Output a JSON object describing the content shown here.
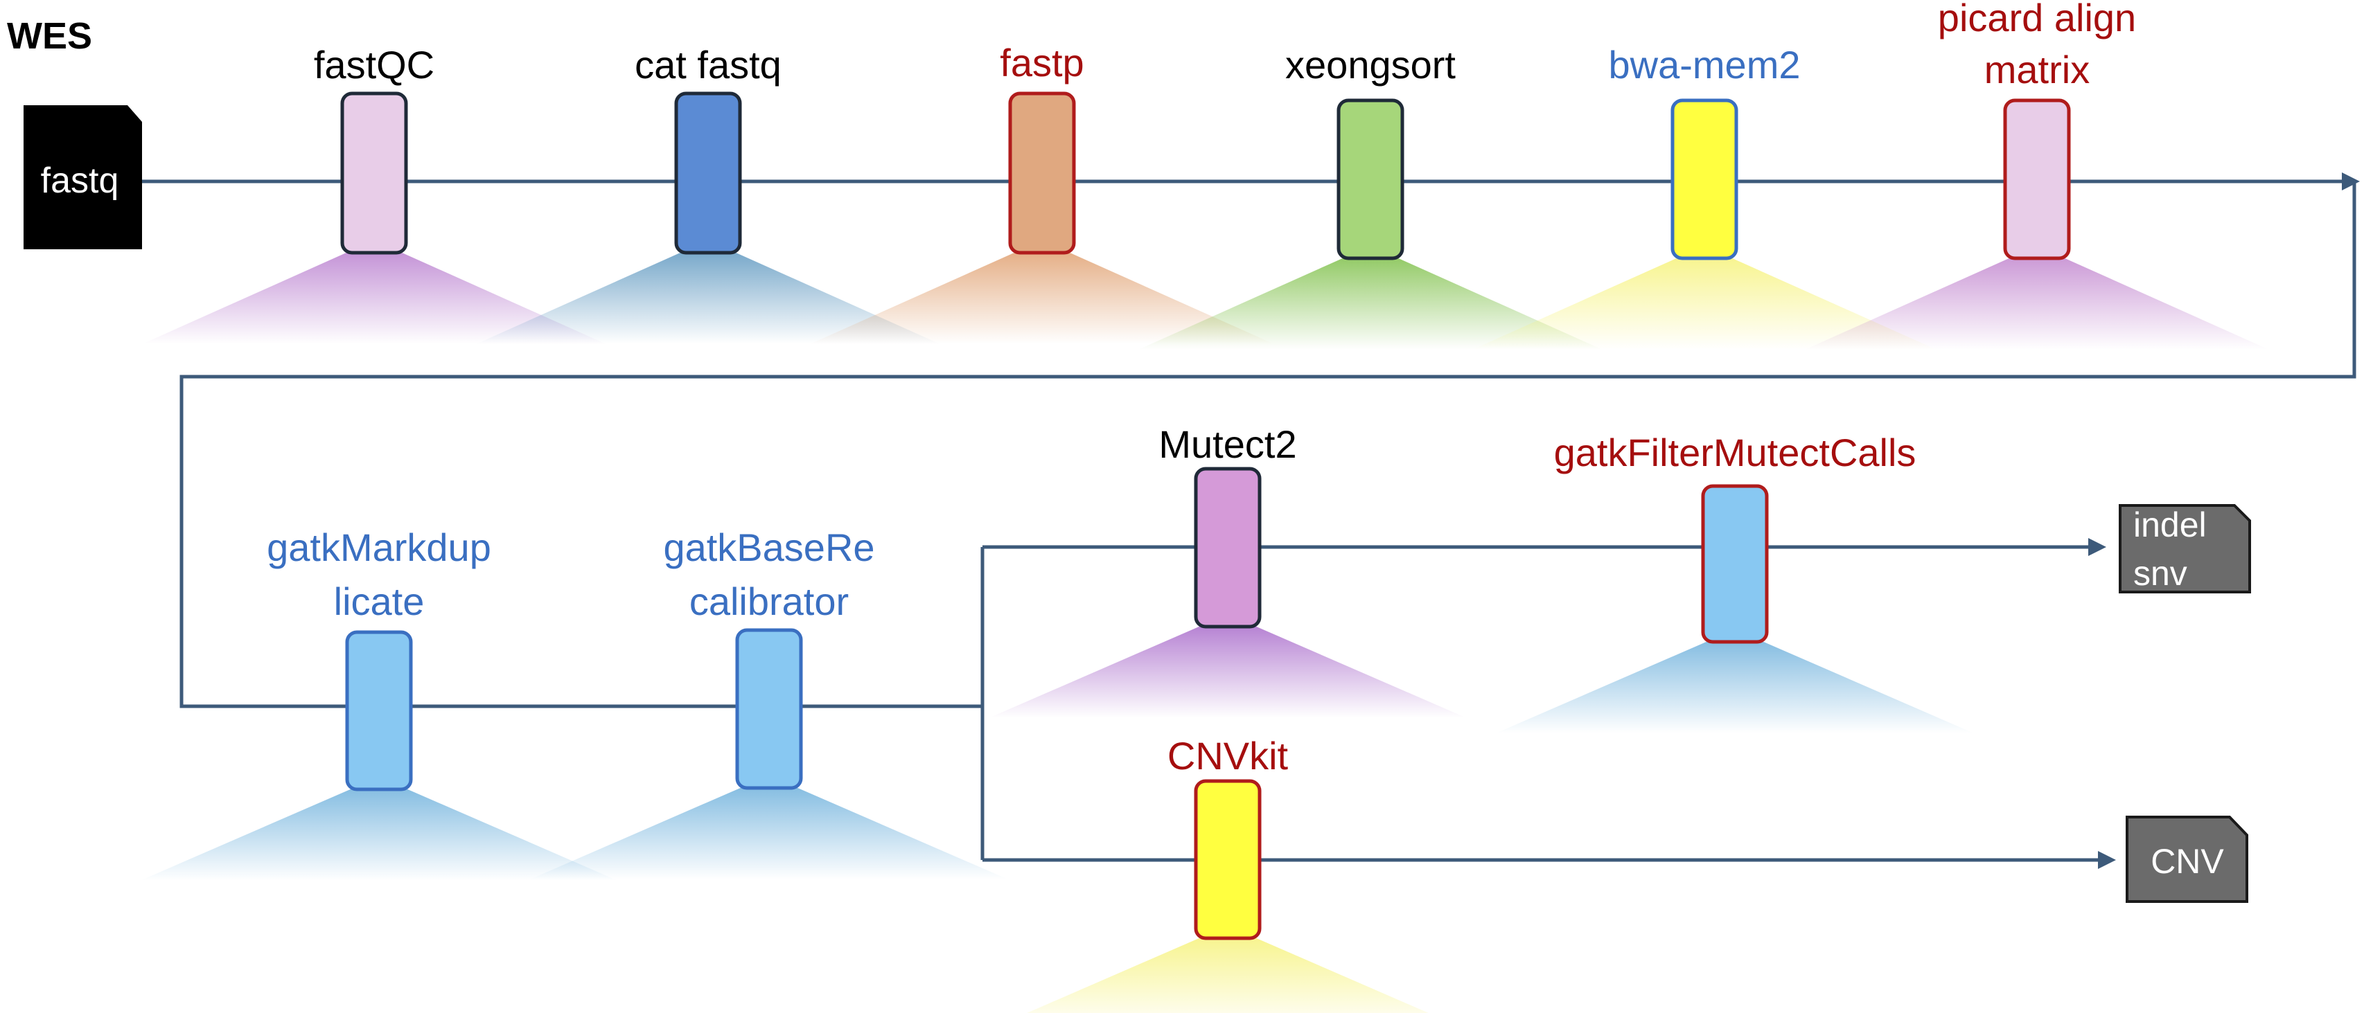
{
  "title": "WES",
  "input": {
    "label": "fastq"
  },
  "outputs": {
    "variants": {
      "line1": "indel",
      "line2": "snv"
    },
    "cnv": {
      "label": "CNV"
    }
  },
  "tools": [
    {
      "id": "fastqc",
      "lines": [
        "fastQC"
      ],
      "label_color": "#000000",
      "fill": "#e8cde8",
      "border": "#1f2a38",
      "glow": "#b97fcf"
    },
    {
      "id": "catfastq",
      "lines": [
        "cat fastq"
      ],
      "label_color": "#000000",
      "fill": "#5b8bd4",
      "border": "#1f2a38",
      "glow": "#5f98c0"
    },
    {
      "id": "fastp",
      "lines": [
        "fastp"
      ],
      "label_color": "#a50e0e",
      "fill": "#e0a880",
      "border": "#b01c1c",
      "glow": "#e0a070"
    },
    {
      "id": "xeongsort",
      "lines": [
        "xeongsort"
      ],
      "label_color": "#000000",
      "fill": "#a6d67a",
      "border": "#1f2a38",
      "glow": "#7fc04a"
    },
    {
      "id": "bwamem2",
      "lines": [
        "bwa-mem2"
      ],
      "label_color": "#3a6fc1",
      "fill": "#ffff40",
      "border": "#3a6fc1",
      "glow": "#f6f27a"
    },
    {
      "id": "picard",
      "lines": [
        "picard align",
        "matrix"
      ],
      "label_color": "#a50e0e",
      "fill": "#e8cde8",
      "border": "#b01c1c",
      "glow": "#c287cf"
    },
    {
      "id": "markdup",
      "lines": [
        "gatkMarkdup",
        "licate"
      ],
      "label_color": "#3a6fc1",
      "fill": "#88c8f2",
      "border": "#3a6fc1",
      "glow": "#6fb1dc"
    },
    {
      "id": "bqsr",
      "lines": [
        "gatkBaseRe",
        "calibrator"
      ],
      "label_color": "#3a6fc1",
      "fill": "#88c8f2",
      "border": "#3a6fc1",
      "glow": "#6fb1dc"
    },
    {
      "id": "mutect2",
      "lines": [
        "Mutect2"
      ],
      "label_color": "#000000",
      "fill": "#d59ad8",
      "border": "#1f2a38",
      "glow": "#a96ccb"
    },
    {
      "id": "filtermutect",
      "lines": [
        "gatkFilterMutectCalls"
      ],
      "label_color": "#a50e0e",
      "fill": "#88c8f2",
      "border": "#b01c1c",
      "glow": "#6fb1dc"
    },
    {
      "id": "cnvkit",
      "lines": [
        "CNVkit"
      ],
      "label_color": "#a50e0e",
      "fill": "#ffff40",
      "border": "#b01c1c",
      "glow": "#f6f27a"
    }
  ],
  "colors": {
    "flow_line": "#3d5a7a",
    "file_dark": "#000000",
    "file_gray": "#6b6b6b"
  }
}
